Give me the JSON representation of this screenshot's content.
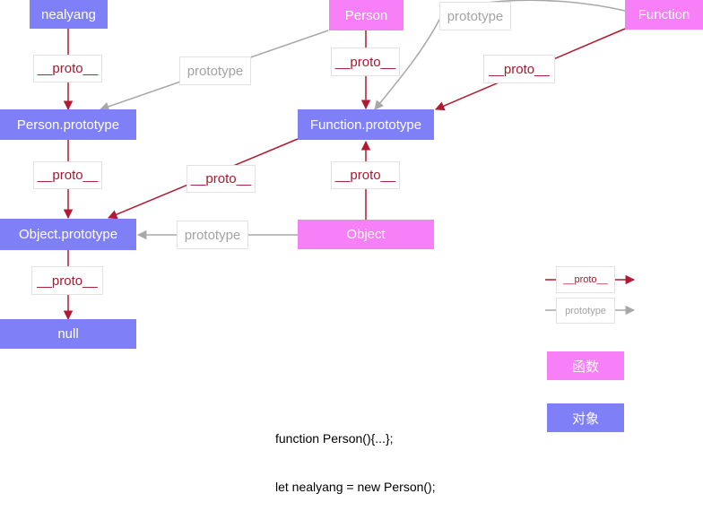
{
  "nodes": {
    "nealyang": "nealyang",
    "person": "Person",
    "function": "Function",
    "person_prototype": "Person.prototype",
    "function_prototype": "Function.prototype",
    "object_prototype": "Object.prototype",
    "object": "Object",
    "null": "null"
  },
  "edge_labels": {
    "proto": "__proto__",
    "prototype": "prototype"
  },
  "legend": {
    "proto": "__proto__",
    "prototype": "prototype",
    "function_kind": "函数",
    "object_kind": "对象"
  },
  "code": {
    "line1": "function Person(){...};",
    "line2": "let nealyang = new Person();"
  },
  "colors": {
    "object_node": "#7f7ff7",
    "function_node": "#f77ff7",
    "proto_edge": "#b11a30",
    "prototype_edge": "#a8a8a8"
  }
}
